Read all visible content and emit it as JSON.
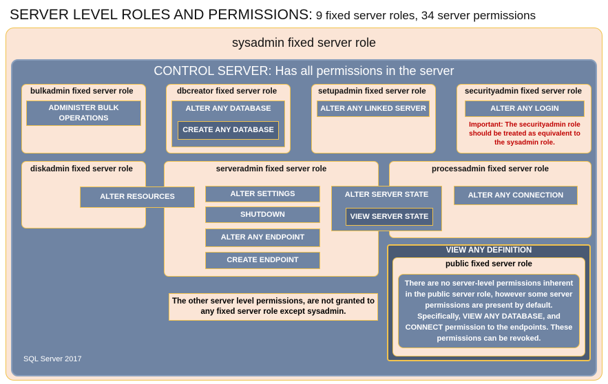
{
  "title": {
    "main": "SERVER LEVEL ROLES AND PERMISSIONS:",
    "sub": " 9 fixed server roles, 34 server permissions"
  },
  "sysadmin": {
    "label": "sysadmin fixed server role"
  },
  "control_server": {
    "label": "CONTROL SERVER: Has all permissions in the server"
  },
  "roles": {
    "bulkadmin": {
      "title": "bulkadmin fixed server role",
      "perms": [
        "ADMINISTER BULK OPERATIONS"
      ]
    },
    "dbcreator": {
      "title": "dbcreator fixed server role",
      "perms": [
        "ALTER ANY DATABASE",
        "CREATE ANY DATABASE"
      ]
    },
    "setupadmin": {
      "title": "setupadmin fixed server role",
      "perms": [
        "ALTER ANY LINKED SERVER"
      ]
    },
    "securityadmin": {
      "title": "securityadmin fixed server role",
      "perms": [
        "ALTER ANY LOGIN"
      ],
      "note": "Important: The securityadmin role should be treated as equivalent to the sysadmin role."
    },
    "diskadmin": {
      "title": "diskadmin fixed server role",
      "perms": [
        "ALTER RESOURCES"
      ]
    },
    "serveradmin": {
      "title": "serveradmin fixed server role",
      "perms": [
        "ALTER SETTINGS",
        "SHUTDOWN",
        "ALTER ANY ENDPOINT",
        "CREATE ENDPOINT",
        "ALTER SERVER STATE",
        "VIEW SERVER STATE"
      ]
    },
    "processadmin": {
      "title": "processadmin fixed server role",
      "perms": [
        "ALTER ANY CONNECTION"
      ]
    }
  },
  "other_note": "The other server level permissions, are not granted to any fixed server role except sysadmin.",
  "view_any_definition": {
    "label": "VIEW ANY DEFINITION",
    "public_title": "public fixed server role",
    "public_text": "There are no server-level permissions inherent in the public server role, however some server permissions are present by default. Specifically,  VIEW ANY DATABASE, and CONNECT permission to the endpoints. These permissions can be revoked."
  },
  "footer": "SQL Server 2017"
}
